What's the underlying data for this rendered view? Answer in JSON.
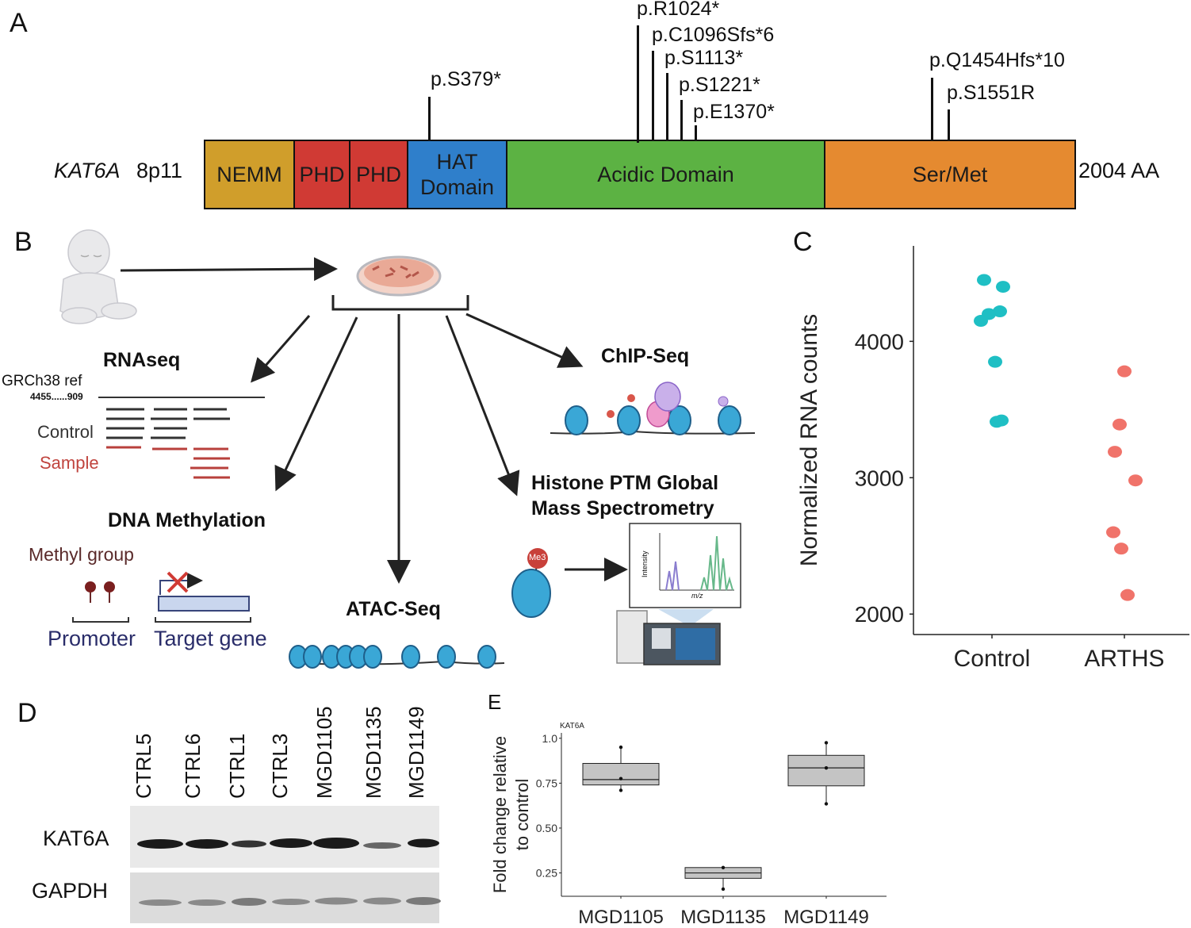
{
  "panels": {
    "a": "A",
    "b": "B",
    "c": "C",
    "d": "D",
    "e": "E"
  },
  "panel_a": {
    "gene": "KAT6A",
    "locus": "8p11",
    "length": "2004 AA",
    "domains": [
      {
        "label": "NEMM",
        "color": "#d09e2b"
      },
      {
        "label": "PHD",
        "color": "#d03a34"
      },
      {
        "label": "PHD",
        "color": "#d03a34"
      },
      {
        "label": "HAT Domain",
        "color": "#2f7fcb"
      },
      {
        "label": "Acidic Domain",
        "color": "#5cb243"
      },
      {
        "label": "Ser/Met",
        "color": "#e58a30"
      }
    ],
    "mutations": [
      {
        "label": "p.S379*",
        "position": 379
      },
      {
        "label": "p.R1024*",
        "position": 1024
      },
      {
        "label": "p.C1096Sfs*6",
        "position": 1096
      },
      {
        "label": "p.S1113*",
        "position": 1113
      },
      {
        "label": "p.S1221*",
        "position": 1221
      },
      {
        "label": "p.E1370*",
        "position": 1370
      },
      {
        "label": "p.Q1454Hfs*10",
        "position": 1454
      },
      {
        "label": "p.S1551R",
        "position": 1551
      }
    ]
  },
  "panel_b": {
    "rnaseq": {
      "title": "RNAseq",
      "ref": "GRCh38 ref",
      "coords": "4455......909",
      "control": "Control",
      "sample": "Sample"
    },
    "chipseq": {
      "title": "ChIP-Seq"
    },
    "dna_methylation": {
      "title": "DNA Methylation",
      "methyl": "Methyl group",
      "promoter": "Promoter",
      "target": "Target gene"
    },
    "atac": {
      "title": "ATAC-Seq"
    },
    "ms": {
      "title_line1": "Histone PTM Global",
      "title_line2": "Mass Spectrometry",
      "me3": "Me3",
      "intensity": "Intensity",
      "mz": "m/z"
    }
  },
  "panel_c": {
    "chart_data": {
      "type": "scatter",
      "ylabel": "Normalized RNA counts",
      "categories": [
        "Control",
        "ARTHS"
      ],
      "yticks": [
        2000,
        3000,
        4000
      ],
      "ylim": [
        1850,
        4700
      ],
      "series": [
        {
          "name": "Control",
          "color": "#1fbfc4",
          "values": [
            4450,
            4400,
            4220,
            4200,
            4150,
            3850,
            3420,
            3410
          ]
        },
        {
          "name": "ARTHS",
          "color": "#f0736a",
          "values": [
            3780,
            3390,
            3190,
            2980,
            2600,
            2480,
            2140
          ]
        }
      ]
    }
  },
  "panel_d": {
    "lanes": [
      "CTRL5",
      "CTRL6",
      "CTRL1",
      "CTRL3",
      "MGD1105",
      "MGD1135",
      "MGD1149"
    ],
    "rows": [
      "KAT6A",
      "GAPDH"
    ]
  },
  "panel_e": {
    "chart_data": {
      "type": "box",
      "title": "KAT6A",
      "ylabel_line1": "Fold change relative",
      "ylabel_line2": "to control",
      "categories": [
        "MGD1105",
        "MGD1135",
        "MGD1149"
      ],
      "ylim": [
        0.12,
        1.03
      ],
      "yticks": [
        0.25,
        0.5,
        0.75,
        1.0
      ],
      "yticklabels": [
        "0.25",
        "0.50",
        "0.75",
        "1.0"
      ],
      "boxes": [
        {
          "q1": 0.74,
          "median": 0.77,
          "q3": 0.86,
          "min": 0.71,
          "max": 0.95,
          "points": [
            0.95,
            0.775,
            0.71
          ]
        },
        {
          "q1": 0.22,
          "median": 0.25,
          "q3": 0.28,
          "min": 0.16,
          "max": 0.28,
          "points": [
            0.28,
            0.16
          ]
        },
        {
          "q1": 0.735,
          "median": 0.835,
          "q3": 0.905,
          "min": 0.635,
          "max": 0.975,
          "points": [
            0.975,
            0.835,
            0.635
          ]
        }
      ],
      "box_color": "#c4c4c4"
    }
  }
}
